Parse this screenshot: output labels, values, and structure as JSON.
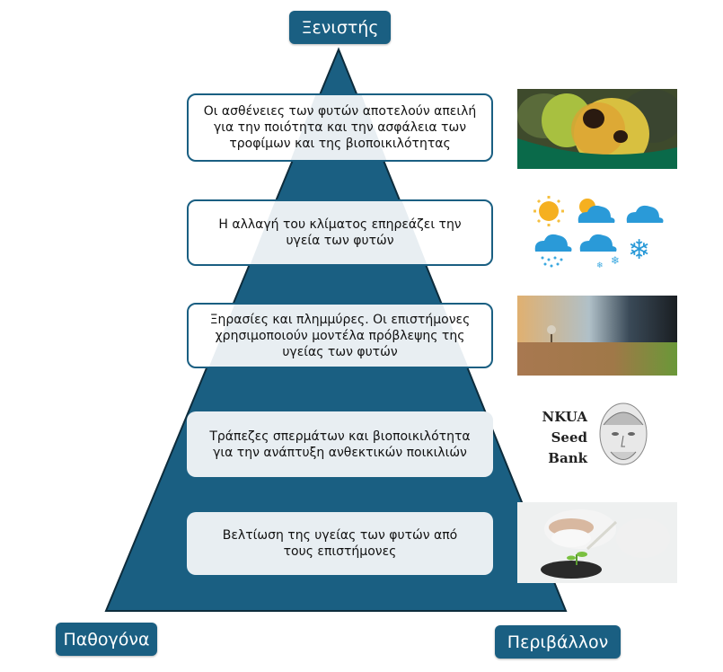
{
  "labels": {
    "top": "Ξενιστής",
    "bottom_left": "Παθογόνα",
    "bottom_right": "Περιβάλλον"
  },
  "colors": {
    "primary": "#1a5f82",
    "box_fill": "#e8eef2",
    "highlight": "#e8eef2"
  },
  "levels": [
    {
      "text": "Οι ασθένειες των φυτών αποτελούν απειλή για την ποιότητα και την ασφάλεια των τροφίμων και της βιοποικιλότητας",
      "image": "diseased-tomato-photo"
    },
    {
      "text": "Η αλλαγή του κλίματος επηρεάζει την υγεία των φυτών",
      "image": "weather-icons"
    },
    {
      "text": "Ξηρασίες και πλημμύρες. Οι επιστήμονες χρησιμοποιούν μοντέλα πρόβλεψης της υγείας των φυτών",
      "image": "drought-landscape-photo"
    },
    {
      "text": "Τράπεζες σπερμάτων και βιοποικιλότητα για την ανάπτυξη ανθεκτικών ποικιλιών",
      "image": "seed-bank-logo"
    },
    {
      "text": "Βελτίωση της υγείας των φυτών από τους επιστήμονες",
      "image": "scientist-seedling-photo"
    }
  ],
  "seed_bank_logo": {
    "line1": "NKUA",
    "line2": "Seed",
    "line3": "Bank"
  }
}
